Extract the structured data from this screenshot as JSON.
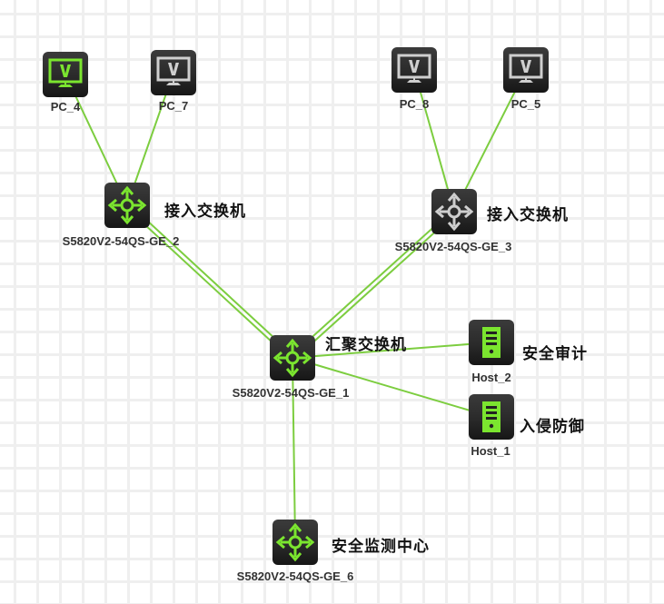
{
  "colors": {
    "active": "#7be52f",
    "inactive": "#cfcfcf",
    "link": "#7ccd3f"
  },
  "nodes": {
    "pc4": {
      "name": "PC_4",
      "type": "pc",
      "state": "active"
    },
    "pc7": {
      "name": "PC_7",
      "type": "pc",
      "state": "inactive"
    },
    "pc8": {
      "name": "PC_8",
      "type": "pc",
      "state": "inactive"
    },
    "pc5": {
      "name": "PC_5",
      "type": "pc",
      "state": "inactive"
    },
    "sw2": {
      "name": "S5820V2-54QS-GE_2",
      "type": "switch",
      "state": "active",
      "role": "接入交换机"
    },
    "sw3": {
      "name": "S5820V2-54QS-GE_3",
      "type": "switch",
      "state": "inactive",
      "role": "接入交换机"
    },
    "sw1": {
      "name": "S5820V2-54QS-GE_1",
      "type": "switch",
      "state": "active",
      "role": "汇聚交换机"
    },
    "host2": {
      "name": "Host_2",
      "type": "host",
      "state": "active",
      "role": "安全审计"
    },
    "host1": {
      "name": "Host_1",
      "type": "host",
      "state": "active",
      "role": "入侵防御"
    },
    "sw6": {
      "name": "S5820V2-54QS-GE_6",
      "type": "switch",
      "state": "active",
      "role": "安全监测中心"
    }
  },
  "links": [
    {
      "from": "pc4",
      "to": "sw2",
      "style": "single"
    },
    {
      "from": "pc7",
      "to": "sw2",
      "style": "single"
    },
    {
      "from": "pc8",
      "to": "sw3",
      "style": "single"
    },
    {
      "from": "pc5",
      "to": "sw3",
      "style": "single"
    },
    {
      "from": "sw2",
      "to": "sw1",
      "style": "double"
    },
    {
      "from": "sw3",
      "to": "sw1",
      "style": "double"
    },
    {
      "from": "sw1",
      "to": "host2",
      "style": "single"
    },
    {
      "from": "sw1",
      "to": "host1",
      "style": "single"
    },
    {
      "from": "sw1",
      "to": "sw6",
      "style": "single"
    }
  ]
}
